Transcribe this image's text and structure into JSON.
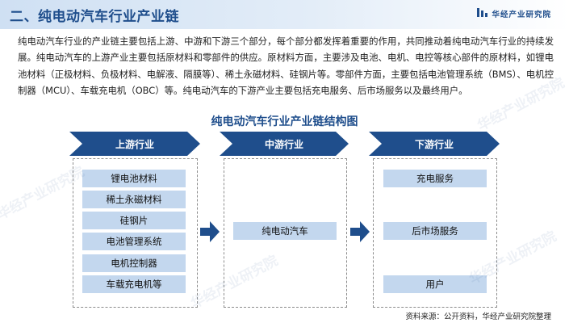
{
  "header": {
    "title": "二、纯电动汽车行业产业链",
    "brand": "华经产业研究院"
  },
  "intro_text": "纯电动汽车行业的产业链主要包括上游、中游和下游三个部分，每个部分都发挥着重要的作用，共同推动着纯电动汽车行业的持续发展。纯电动汽车的上游产业主要包括原材料和零部件的供应。原材料方面，主要涉及电池、电机、电控等核心部件的原材料，如锂电池材料（正极材料、负极材料、电解液、隔膜等）、稀土永磁材料、硅钢片等。零部件方面，主要包括电池管理系统（BMS）、电机控制器（MCU）、车载充电机（OBC）等。纯电动汽车的下游产业主要包括充电服务、后市场服务以及最终用户。",
  "diagram": {
    "title": "纯电动汽车行业产业链结构图",
    "upstream": {
      "label": "上游行业",
      "items": [
        "锂电池材料",
        "稀土永磁材料",
        "硅钢片",
        "电池管理系统",
        "电机控制器",
        "车载充电机等"
      ]
    },
    "midstream": {
      "label": "中游行业",
      "items": [
        "纯电动汽车"
      ]
    },
    "downstream": {
      "label": "下游行业",
      "items": [
        "充电服务",
        "后市场服务",
        "用户"
      ]
    }
  },
  "watermark": "华经产业研究院",
  "source": "资料来源：公开资料，华经产业研究院整理",
  "colors": {
    "primary": "#1f4e8c",
    "item_fill": "#c3d7ee",
    "header_gradient": "#cfe0f3"
  }
}
